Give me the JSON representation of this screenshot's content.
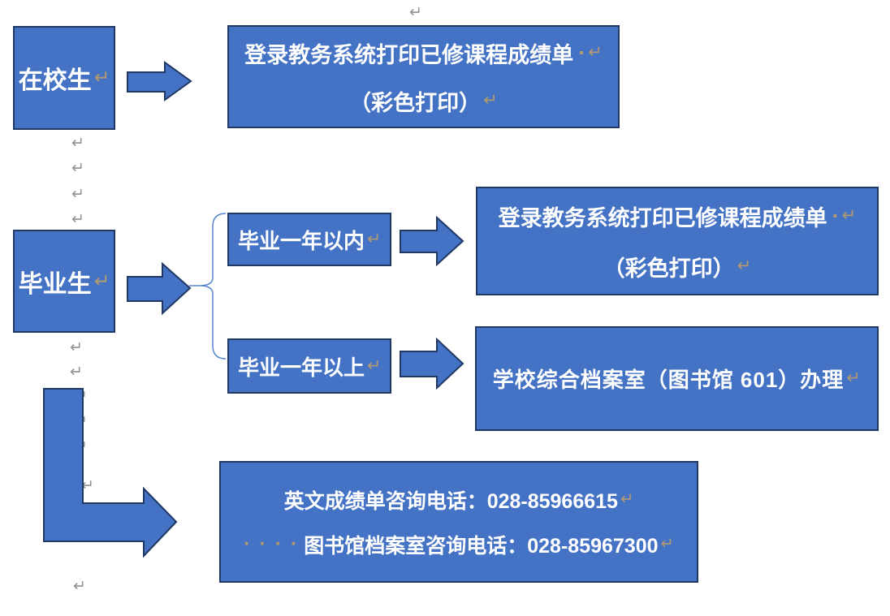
{
  "title": "成绩单打印流程图",
  "colors": {
    "box_fill": "#4472C4",
    "box_border": "#1F3864",
    "arrow_fill": "#4472C4",
    "arrow_border": "#1F3864",
    "brace_line": "#5585CF",
    "box_text": "#FFFFFF",
    "mark_tan": "#B29A70",
    "mark_gray": "#919191",
    "background": "#FFFFFF"
  },
  "marks": {
    "return_glyph": "↵",
    "dot": "·",
    "dots_line": "· · · ·"
  },
  "nodes": {
    "current_student": {
      "label": "在校生"
    },
    "print_transcript_top": {
      "line1": "登录教务系统打印已修课程成绩单",
      "line2": "（彩色打印）"
    },
    "graduate": {
      "label": "毕业生"
    },
    "within_one_year": {
      "label": "毕业一年以内"
    },
    "print_transcript_branch": {
      "line1": "登录教务系统打印已修课程成绩单",
      "line2": "（彩色打印）"
    },
    "over_one_year": {
      "label": "毕业一年以上"
    },
    "archive_office": {
      "label": "学校综合档案室（图书馆 601）办理"
    },
    "phone_info": {
      "line1": "英文成绩单咨询电话：028-85966615",
      "line2": "图书馆档案室咨询电话：028-85967300"
    }
  }
}
